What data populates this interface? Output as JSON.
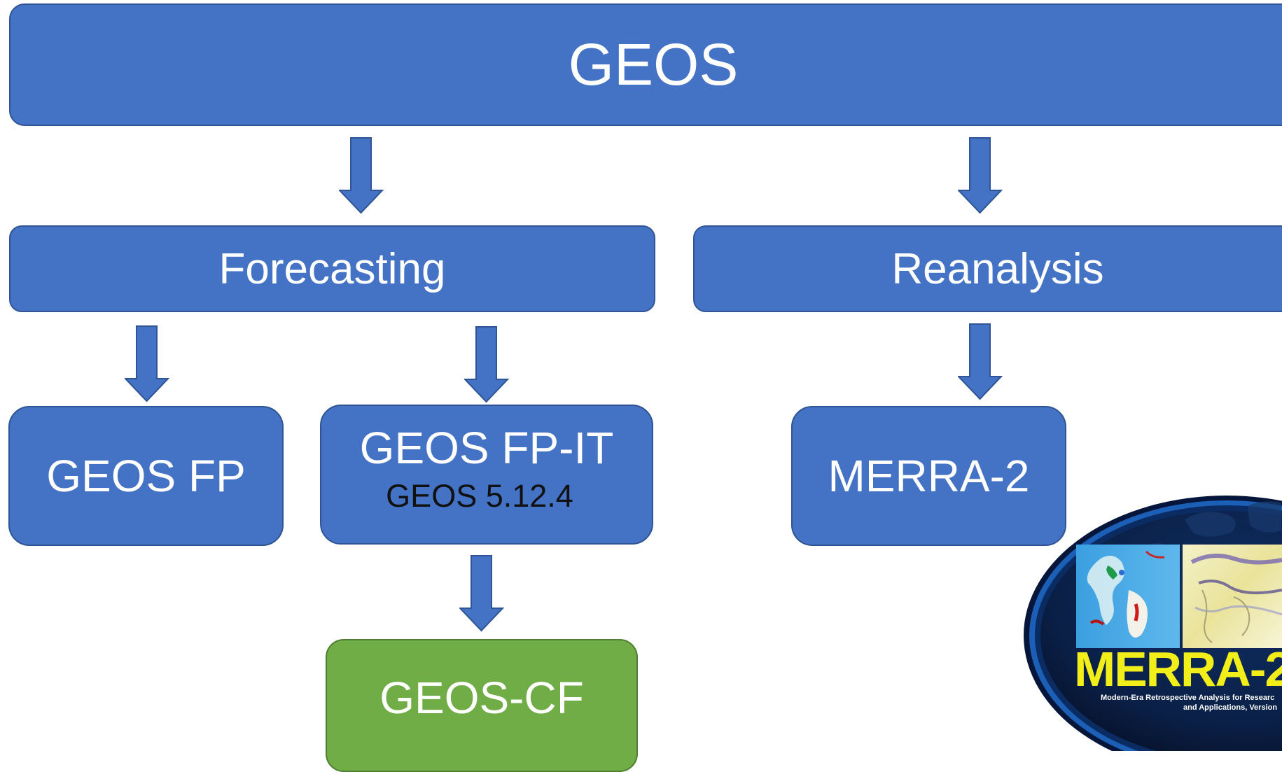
{
  "diagram": {
    "root": {
      "label": "GEOS"
    },
    "branches": [
      {
        "label": "Forecasting",
        "color": "#4472C4"
      },
      {
        "label": "Reanalysis",
        "color": "#4472C4"
      }
    ],
    "leaves": [
      {
        "label": "GEOS FP",
        "color": "#4472C4"
      },
      {
        "label": "GEOS FP-IT",
        "sublabel": "GEOS 5.12.4",
        "color": "#4472C4"
      },
      {
        "label": "MERRA-2",
        "color": "#4472C4"
      },
      {
        "label": "GEOS-CF",
        "color": "#70AD47"
      }
    ],
    "edges": [
      [
        "GEOS",
        "Forecasting"
      ],
      [
        "GEOS",
        "Reanalysis"
      ],
      [
        "Forecasting",
        "GEOS FP"
      ],
      [
        "Forecasting",
        "GEOS FP-IT"
      ],
      [
        "Reanalysis",
        "MERRA-2"
      ],
      [
        "GEOS FP-IT",
        "GEOS-CF"
      ]
    ]
  },
  "logo": {
    "icon": "merra2-logo-icon",
    "wordmark": "MERRA-2",
    "tagline_line1": "Modern-Era Retrospective Analysis for Researc",
    "tagline_line2": "and Applications, Version"
  }
}
